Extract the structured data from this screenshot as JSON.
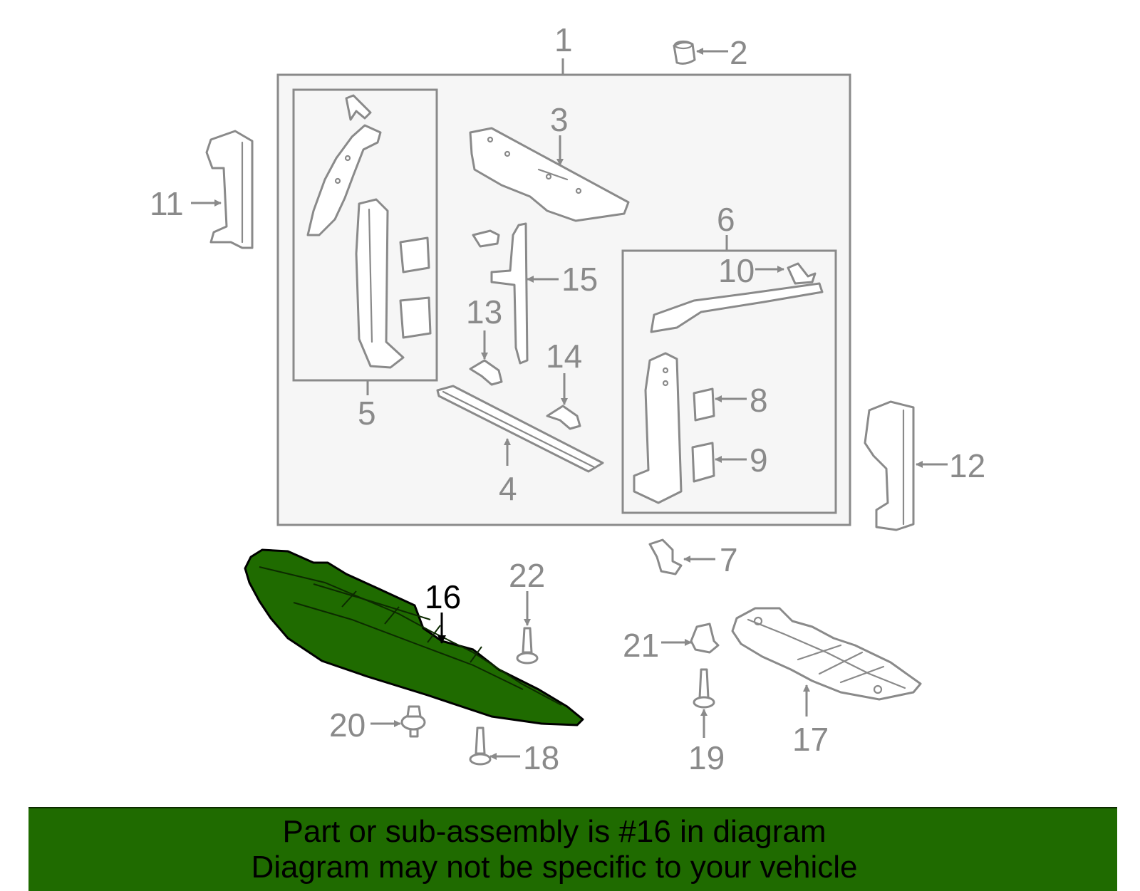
{
  "diagram": {
    "highlight_color": "#1f6b00",
    "banner_color": "#1f6b00",
    "callouts": [
      "1",
      "2",
      "3",
      "4",
      "5",
      "6",
      "7",
      "8",
      "9",
      "10",
      "11",
      "12",
      "13",
      "14",
      "15",
      "16",
      "17",
      "18",
      "19",
      "20",
      "21",
      "22"
    ],
    "highlighted_callout": "16"
  },
  "footer": {
    "line1": "Part or sub-assembly is #16 in diagram",
    "line2": "Diagram may not be specific to your vehicle"
  }
}
